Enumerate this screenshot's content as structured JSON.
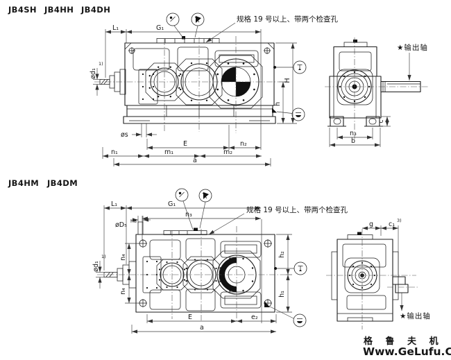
{
  "colors": {
    "ink": "#1c1c1c",
    "watermark_pink": "#ef8a84"
  },
  "watermark": {
    "brand": "格 鲁 夫 机 械",
    "url": "Www.GeLufu.Com"
  },
  "top_drawing": {
    "models": [
      "JB4SH",
      "JB4HH",
      "JB4DH"
    ],
    "note": "规格 19 号以上、带两个检查孔",
    "output_shaft": "★输出轴",
    "labels": {
      "L1": "L₁",
      "G1": "G₁",
      "od1": "ød₁",
      "od1_sup": "1)",
      "os": "øs",
      "n1": "n₁",
      "m1": "m₁",
      "m2": "m₂",
      "E": "E",
      "n2": "n₂",
      "a": "a",
      "H": "H",
      "h": "h",
      "n3": "n₃",
      "b": "b",
      "c": "c"
    }
  },
  "bottom_drawing": {
    "models": [
      "JB4HM",
      "JB4DM"
    ],
    "note": "规格 19 号以上、带两个检查孔",
    "output_shaft": "★输出轴",
    "labels": {
      "L1": "L₁",
      "G1": "G₁",
      "n3": "n₃",
      "oD5": "øD₅",
      "oD5_sup": "H8",
      "od1": "ød₁",
      "od1_sup": "1)",
      "n4_upper": "n₄",
      "n4_lower": "n₄",
      "E": "E",
      "e2": "e₂",
      "a": "a",
      "h2": "h₂",
      "h1": "h₁",
      "g": "g",
      "c1": "c₁",
      "c1_sup": "3)"
    }
  }
}
